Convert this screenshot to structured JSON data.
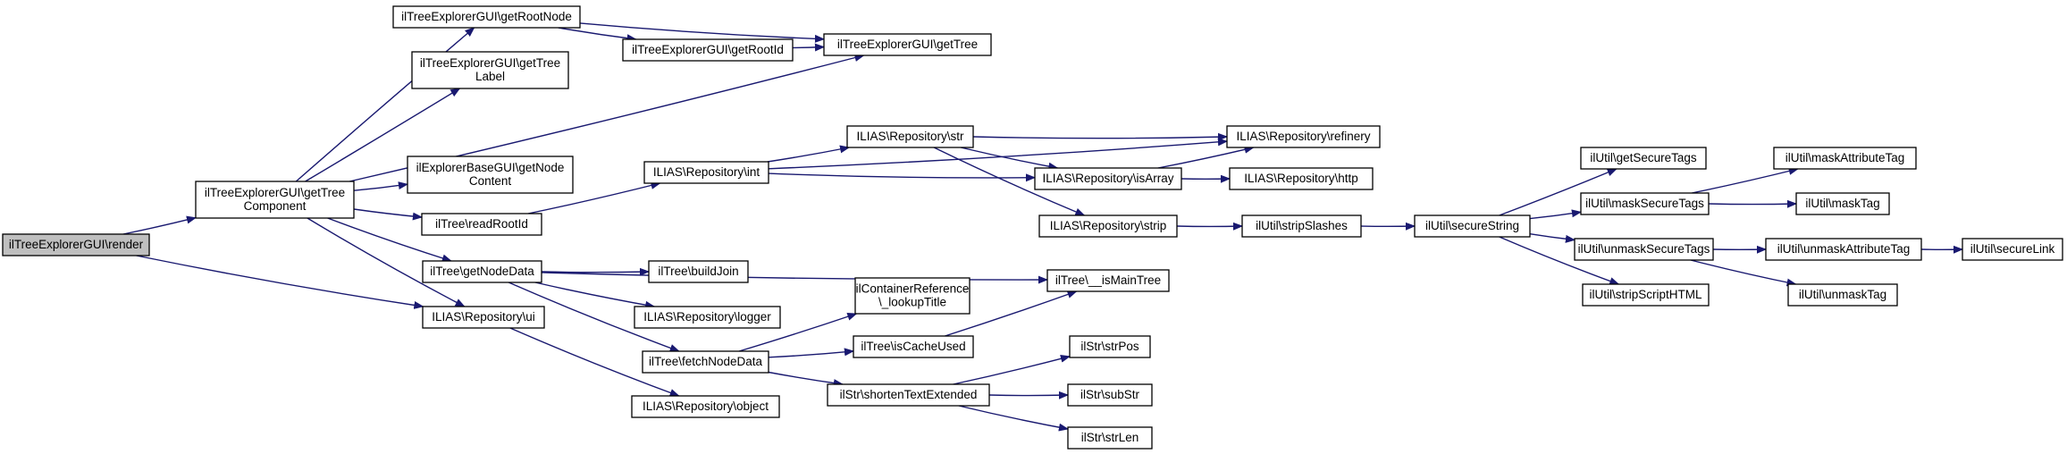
{
  "graph": {
    "type": "call-graph",
    "colors": {
      "edge": "#191970",
      "node_fill": "#ffffff",
      "node_border": "#000000",
      "root_fill": "#bfbfbf"
    },
    "root": "render",
    "nodes": [
      {
        "id": "render",
        "lines": [
          "ilTreeExplorerGUI\\render"
        ]
      },
      {
        "id": "getTreeComponent",
        "lines": [
          "ilTreeExplorerGUI\\getTree",
          "Component"
        ]
      },
      {
        "id": "getRootNode",
        "lines": [
          "ilTreeExplorerGUI\\getRootNode"
        ]
      },
      {
        "id": "getTreeLabel",
        "lines": [
          "ilTreeExplorerGUI\\getTree",
          "Label"
        ]
      },
      {
        "id": "getNodeContent",
        "lines": [
          "ilExplorerBaseGUI\\getNode",
          "Content"
        ]
      },
      {
        "id": "readRootId",
        "lines": [
          "ilTree\\readRootId"
        ]
      },
      {
        "id": "getNodeData",
        "lines": [
          "ilTree\\getNodeData"
        ]
      },
      {
        "id": "ui",
        "lines": [
          "ILIAS\\Repository\\ui"
        ]
      },
      {
        "id": "getRootId",
        "lines": [
          "ilTreeExplorerGUI\\getRootId"
        ]
      },
      {
        "id": "getTree",
        "lines": [
          "ilTreeExplorerGUI\\getTree"
        ]
      },
      {
        "id": "int",
        "lines": [
          "ILIAS\\Repository\\int"
        ]
      },
      {
        "id": "buildJoin",
        "lines": [
          "ilTree\\buildJoin"
        ]
      },
      {
        "id": "logger",
        "lines": [
          "ILIAS\\Repository\\logger"
        ]
      },
      {
        "id": "fetchNodeData",
        "lines": [
          "ilTree\\fetchNodeData"
        ]
      },
      {
        "id": "object",
        "lines": [
          "ILIAS\\Repository\\object"
        ]
      },
      {
        "id": "str",
        "lines": [
          "ILIAS\\Repository\\str"
        ]
      },
      {
        "id": "lookupTitle",
        "lines": [
          "ilContainerReference",
          "\\_lookupTitle"
        ]
      },
      {
        "id": "isCacheUsed",
        "lines": [
          "ilTree\\isCacheUsed"
        ]
      },
      {
        "id": "shortenText",
        "lines": [
          "ilStr\\shortenTextExtended"
        ]
      },
      {
        "id": "isArray",
        "lines": [
          "ILIAS\\Repository\\isArray"
        ]
      },
      {
        "id": "strip",
        "lines": [
          "ILIAS\\Repository\\strip"
        ]
      },
      {
        "id": "isMainTree",
        "lines": [
          "ilTree\\__isMainTree"
        ]
      },
      {
        "id": "strPos",
        "lines": [
          "ilStr\\strPos"
        ]
      },
      {
        "id": "subStr",
        "lines": [
          "ilStr\\subStr"
        ]
      },
      {
        "id": "strLen",
        "lines": [
          "ilStr\\strLen"
        ]
      },
      {
        "id": "refinery",
        "lines": [
          "ILIAS\\Repository\\refinery"
        ]
      },
      {
        "id": "http",
        "lines": [
          "ILIAS\\Repository\\http"
        ]
      },
      {
        "id": "stripSlashes",
        "lines": [
          "ilUtil\\stripSlashes"
        ]
      },
      {
        "id": "secureString",
        "lines": [
          "ilUtil\\secureString"
        ]
      },
      {
        "id": "getSecureTags",
        "lines": [
          "ilUtil\\getSecureTags"
        ]
      },
      {
        "id": "maskSecureTags",
        "lines": [
          "ilUtil\\maskSecureTags"
        ]
      },
      {
        "id": "unmaskSecureTags",
        "lines": [
          "ilUtil\\unmaskSecureTags"
        ]
      },
      {
        "id": "stripScriptHTML",
        "lines": [
          "ilUtil\\stripScriptHTML"
        ]
      },
      {
        "id": "maskAttributeTag",
        "lines": [
          "ilUtil\\maskAttributeTag"
        ]
      },
      {
        "id": "maskTag",
        "lines": [
          "ilUtil\\maskTag"
        ]
      },
      {
        "id": "unmaskAttributeTag",
        "lines": [
          "ilUtil\\unmaskAttributeTag"
        ]
      },
      {
        "id": "unmaskTag",
        "lines": [
          "ilUtil\\unmaskTag"
        ]
      },
      {
        "id": "secureLink",
        "lines": [
          "ilUtil\\secureLink"
        ]
      }
    ],
    "edges": [
      [
        "render",
        "getTreeComponent"
      ],
      [
        "render",
        "ui"
      ],
      [
        "getTreeComponent",
        "getRootNode"
      ],
      [
        "getTreeComponent",
        "getTreeLabel"
      ],
      [
        "getTreeComponent",
        "getTree"
      ],
      [
        "getTreeComponent",
        "getNodeContent"
      ],
      [
        "getTreeComponent",
        "readRootId"
      ],
      [
        "getTreeComponent",
        "getNodeData"
      ],
      [
        "getTreeComponent",
        "ui"
      ],
      [
        "getRootNode",
        "getRootId"
      ],
      [
        "getRootNode",
        "getTree"
      ],
      [
        "getRootId",
        "getTree"
      ],
      [
        "readRootId",
        "int"
      ],
      [
        "getNodeData",
        "isMainTree"
      ],
      [
        "getNodeData",
        "buildJoin"
      ],
      [
        "getNodeData",
        "logger"
      ],
      [
        "getNodeData",
        "fetchNodeData"
      ],
      [
        "ui",
        "object"
      ],
      [
        "int",
        "refinery"
      ],
      [
        "int",
        "str"
      ],
      [
        "int",
        "isArray"
      ],
      [
        "str",
        "refinery"
      ],
      [
        "str",
        "isArray"
      ],
      [
        "str",
        "strip"
      ],
      [
        "isArray",
        "refinery"
      ],
      [
        "isArray",
        "http"
      ],
      [
        "strip",
        "stripSlashes"
      ],
      [
        "fetchNodeData",
        "lookupTitle"
      ],
      [
        "fetchNodeData",
        "isCacheUsed"
      ],
      [
        "fetchNodeData",
        "shortenText"
      ],
      [
        "isCacheUsed",
        "isMainTree"
      ],
      [
        "shortenText",
        "strPos"
      ],
      [
        "shortenText",
        "subStr"
      ],
      [
        "shortenText",
        "strLen"
      ],
      [
        "stripSlashes",
        "secureString"
      ],
      [
        "secureString",
        "getSecureTags"
      ],
      [
        "secureString",
        "maskSecureTags"
      ],
      [
        "secureString",
        "unmaskSecureTags"
      ],
      [
        "secureString",
        "stripScriptHTML"
      ],
      [
        "maskSecureTags",
        "maskAttributeTag"
      ],
      [
        "maskSecureTags",
        "maskTag"
      ],
      [
        "unmaskSecureTags",
        "unmaskAttributeTag"
      ],
      [
        "unmaskSecureTags",
        "unmaskTag"
      ],
      [
        "unmaskAttributeTag",
        "secureLink"
      ]
    ]
  }
}
